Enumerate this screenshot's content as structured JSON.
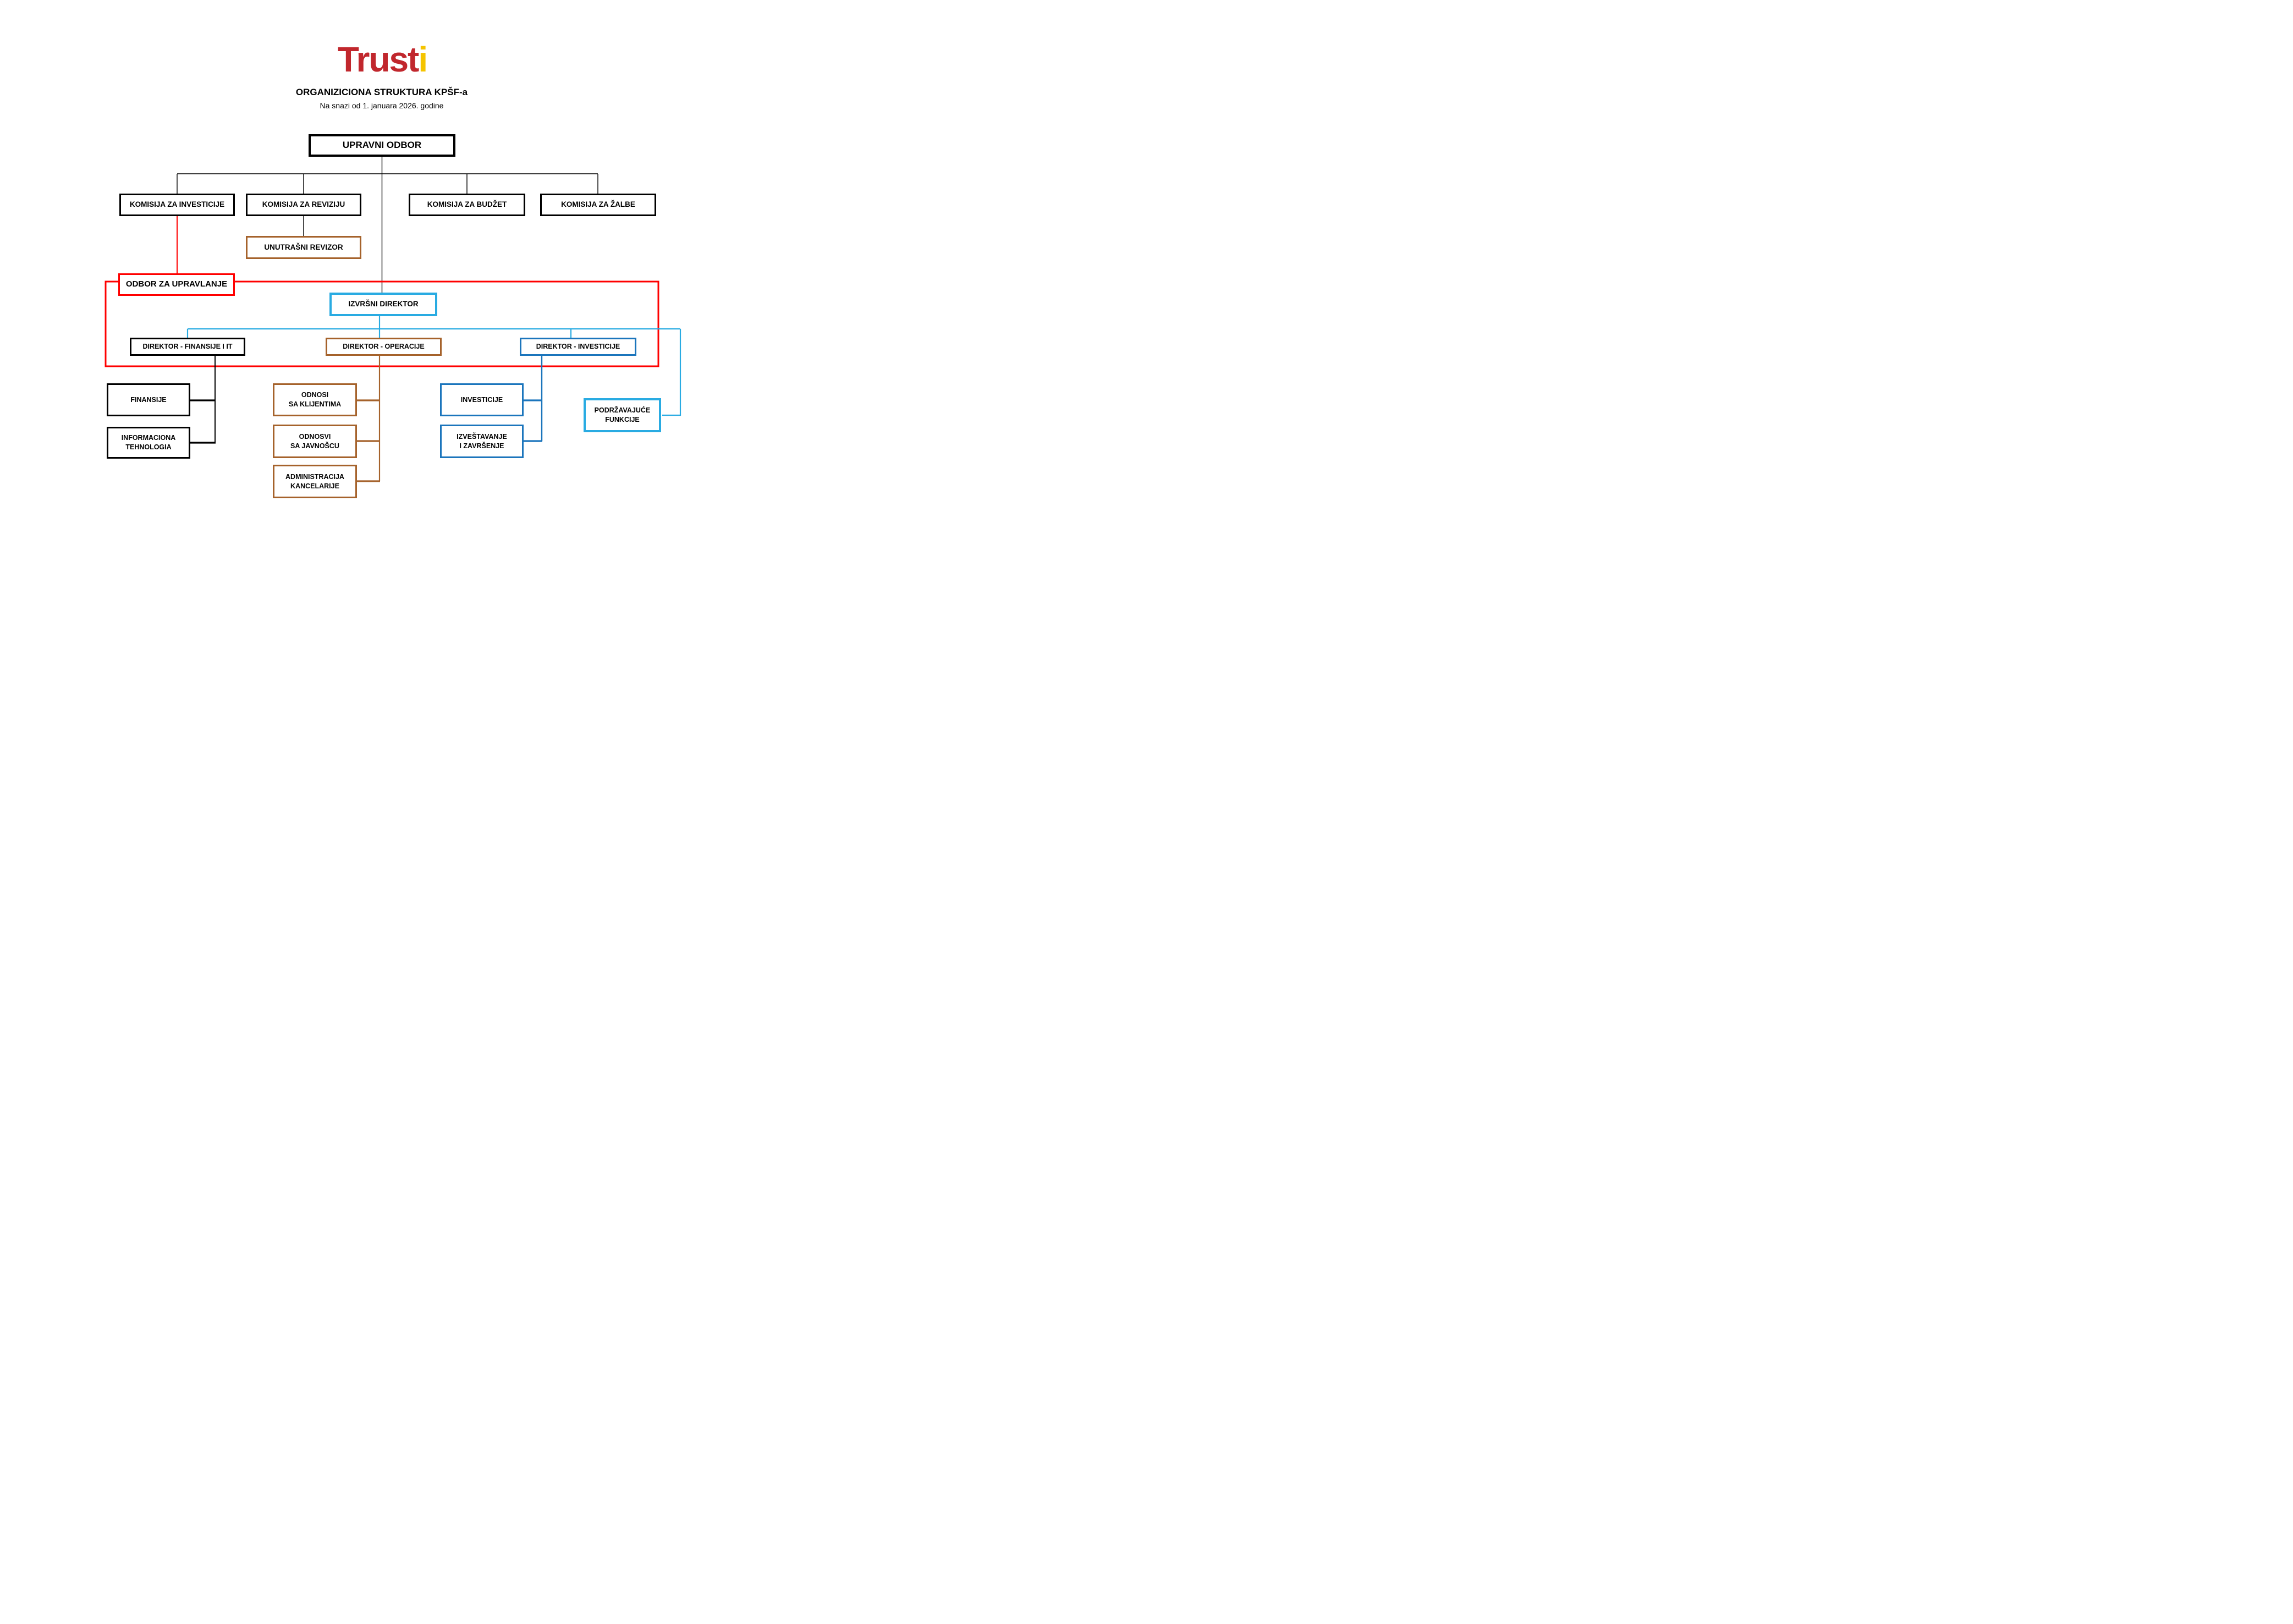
{
  "header": {
    "logo_text_primary": "Trust",
    "logo_text_accent": "i",
    "title": "ORGANIZICIONA STRUKTURA KPŠF-a",
    "subtitle": "Na snazi od 1. januara 2026. godine"
  },
  "colors": {
    "black": "#000000",
    "red": "#ff0000",
    "cyan": "#29abe2",
    "blue": "#1b75bc",
    "brown": "#a5622b",
    "logo_red": "#c1272d",
    "logo_yellow": "#f5c400"
  },
  "nodes": {
    "upravni_odbor": {
      "label": "UPRAVNI ODBOR"
    },
    "komisija_za_investicije": {
      "label": "KOMISIJA ZA INVESTICIJE"
    },
    "komisija_za_reviziju": {
      "label": "KOMISIJA ZA REVIZIJU"
    },
    "komisija_za_budzet": {
      "label": "KOMISIJA ZA BUDŽET"
    },
    "komisija_za_zalbe": {
      "label": "KOMISIJA ZA ŽALBE"
    },
    "unutrasni_revizor": {
      "label": "UNUTRAŠNI REVIZOR"
    },
    "odbor_za_upravlanje": {
      "label": "ODBOR ZA UPRAVLANJE"
    },
    "izvrsni_direktor": {
      "label": "IZVRŠNI DIREKTOR"
    },
    "direktor_finansije_i_it": {
      "label": "DIREKTOR - FINANSIJE I IT"
    },
    "direktor_operacije": {
      "label": "DIREKTOR - OPERACIJE"
    },
    "direktor_investicije": {
      "label": "DIREKTOR - INVESTICIJE"
    },
    "finansije": {
      "label": "FINANSIJE"
    },
    "informaciona_tehnologia": {
      "line1": "INFORMACIONA",
      "line2": "TEHNOLOGIA"
    },
    "odnosi_sa_klijentima": {
      "line1": "ODNOSI",
      "line2": "SA KLIJENTIMA"
    },
    "odnosvi_sa_javnoscu": {
      "line1": "ODNOSVI",
      "line2": "SA JAVNOŠCU"
    },
    "administracija_kancelarije": {
      "line1": "ADMINISTRACIJA",
      "line2": "KANCELARIJE"
    },
    "investicije": {
      "label": "INVESTICIJE"
    },
    "izvestavanje_i_zavrsenje": {
      "line1": "IZVEŠTAVANJE",
      "line2": "I ZAVRŠENJE"
    },
    "podrzavajuce_funkcije": {
      "line1": "PODRŽAVAJUĆE",
      "line2": "FUNKCIJE"
    }
  }
}
